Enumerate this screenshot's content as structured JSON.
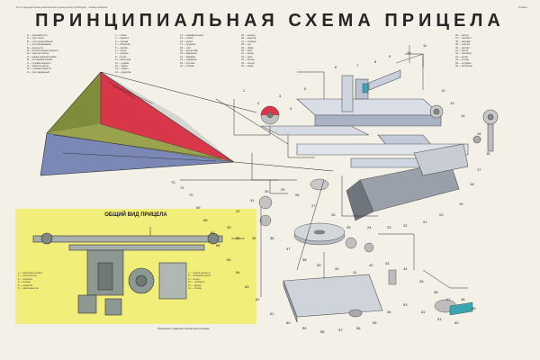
{
  "poster": {
    "title": "ПРИНЦИПИАЛЬНАЯ СХЕМА ПРИЦЕЛА",
    "header_note": "И-о-к предметов автоматических прицельных приборов  ·  схема прицела",
    "corner_mark": "Плакат",
    "inset_title": "ОБЩИЙ ВИД ПРИЦЕЛА",
    "footer_note": "Примечание: цифровые обозначения условные"
  },
  "legend": {
    "col1": [
      "А — курсовой угол",
      "Б — угол сноса",
      "В — угол прицеливания",
      "Г — угол визирования",
      "Д — дальность",
      "Е — относительная скорость",
      "Ж — высота полёта",
      "З — время падения бомбы",
      "И — отставание бомбы",
      "К — угловая скорость",
      "Л — скорость ветра",
      "М — путевая скорость",
      "Н — угол карданный"
    ],
    "col2": [
      "1 — линза",
      "2 — зеркало",
      "3 — призма",
      "4 — объектив",
      "5 — окуляр",
      "6 — сетка",
      "7 — кулачок",
      "8 — рычаг",
      "9 — шестерня",
      "10 — червяк",
      "11 — валик",
      "12 — муфта",
      "13 — редуктор"
    ],
    "col3": [
      "14 — дифференциал",
      "15 — шкала",
      "16 — ролик",
      "17 — пружина",
      "18 — тяга",
      "19 — кронштейн",
      "20 — фрикцион",
      "21 — барабан",
      "22 — указатель",
      "23 — стрелка",
      "24 — планка"
    ],
    "col4": [
      "25 — коноид",
      "26 — каретка",
      "27 — поводок",
      "28 — ось",
      "29 — гайка",
      "30 — винт",
      "31 — вилка",
      "32 — диск",
      "33 — сектор",
      "34 — ползун",
      "35 — рама"
    ],
    "col5": [
      "36 — корпус",
      "37 — гироскоп",
      "38 — маховик",
      "39 — счётчик",
      "40 — контакт",
      "41 — мотор",
      "42 — тахометр",
      "43 — ручка",
      "44 — стопор",
      "45 — штурвал",
      "46 — регулятор"
    ]
  },
  "inset_legend": [
    "1 — визирная головка",
    "2 — вычислитель",
    "3 — гироскоп",
    "4 — коноид",
    "5 — рукоятка",
    "6 — шкала высоты",
    "7 — шкала скорости",
    "8 — механизм сноса",
    "9 — мотор",
    "10 — тахометр",
    "11 — корпус",
    "12 — стопор"
  ],
  "labels": [
    "1",
    "2",
    "3",
    "4",
    "5",
    "6",
    "7",
    "8",
    "9",
    "10",
    "11",
    "12",
    "13",
    "14",
    "15",
    "16",
    "17",
    "18",
    "19",
    "20",
    "21",
    "22",
    "23",
    "24",
    "25",
    "26",
    "27",
    "28",
    "29",
    "30",
    "31",
    "32",
    "33",
    "34",
    "35",
    "36",
    "37",
    "38",
    "39",
    "40",
    "41",
    "42",
    "43",
    "44",
    "45",
    "46",
    "47",
    "48",
    "49",
    "50",
    "51",
    "52",
    "53",
    "54",
    "55",
    "56",
    "57",
    "58",
    "59",
    "60",
    "61",
    "62",
    "63",
    "64",
    "65",
    "66",
    "67",
    "68",
    "69",
    "70",
    "71",
    "72"
  ],
  "colors": {
    "red": "#d8374a",
    "olive": "#7f8c3a",
    "blue": "#7b88b6",
    "gray": "#bdbdbd",
    "inset": "#f2ee7a"
  }
}
